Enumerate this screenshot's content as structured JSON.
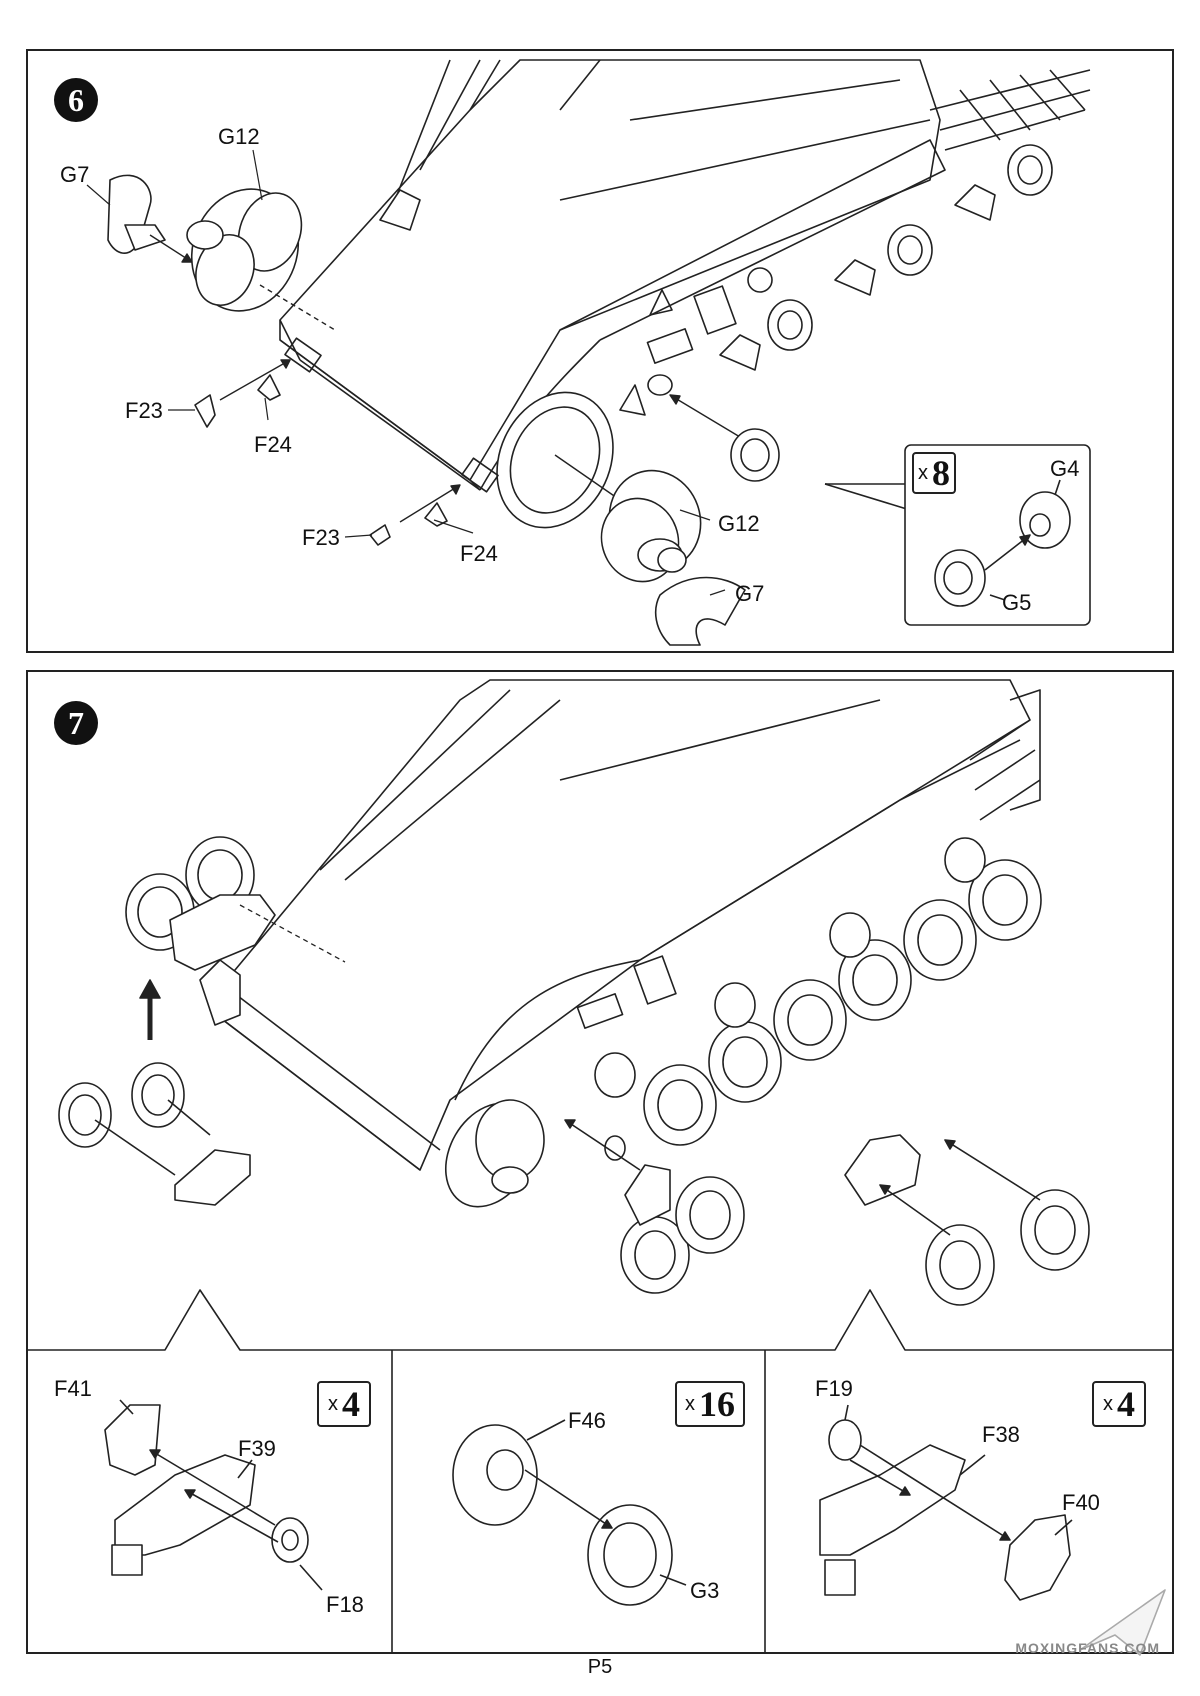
{
  "step6": {
    "number": "6",
    "labels": {
      "g12_top": "G12",
      "g7_top": "G7",
      "f23_a": "F23",
      "f24_a": "F24",
      "f23_b": "F23",
      "f24_b": "F24",
      "g12_bottom": "G12",
      "g7_bottom": "G7"
    },
    "inset": {
      "qty_x": "x",
      "qty_n": "8",
      "g4": "G4",
      "g5": "G5"
    }
  },
  "step7": {
    "number": "7",
    "sub_left": {
      "qty_x": "x",
      "qty_n": "4",
      "f41": "F41",
      "f39": "F39",
      "f18": "F18"
    },
    "sub_mid": {
      "qty_x": "x",
      "qty_n": "16",
      "f46": "F46",
      "g3": "G3"
    },
    "sub_right": {
      "qty_x": "x",
      "qty_n": "4",
      "f19": "F19",
      "f38": "F38",
      "f40": "F40"
    }
  },
  "page_number": "P5",
  "watermark": "MOXINGFANS.COM"
}
